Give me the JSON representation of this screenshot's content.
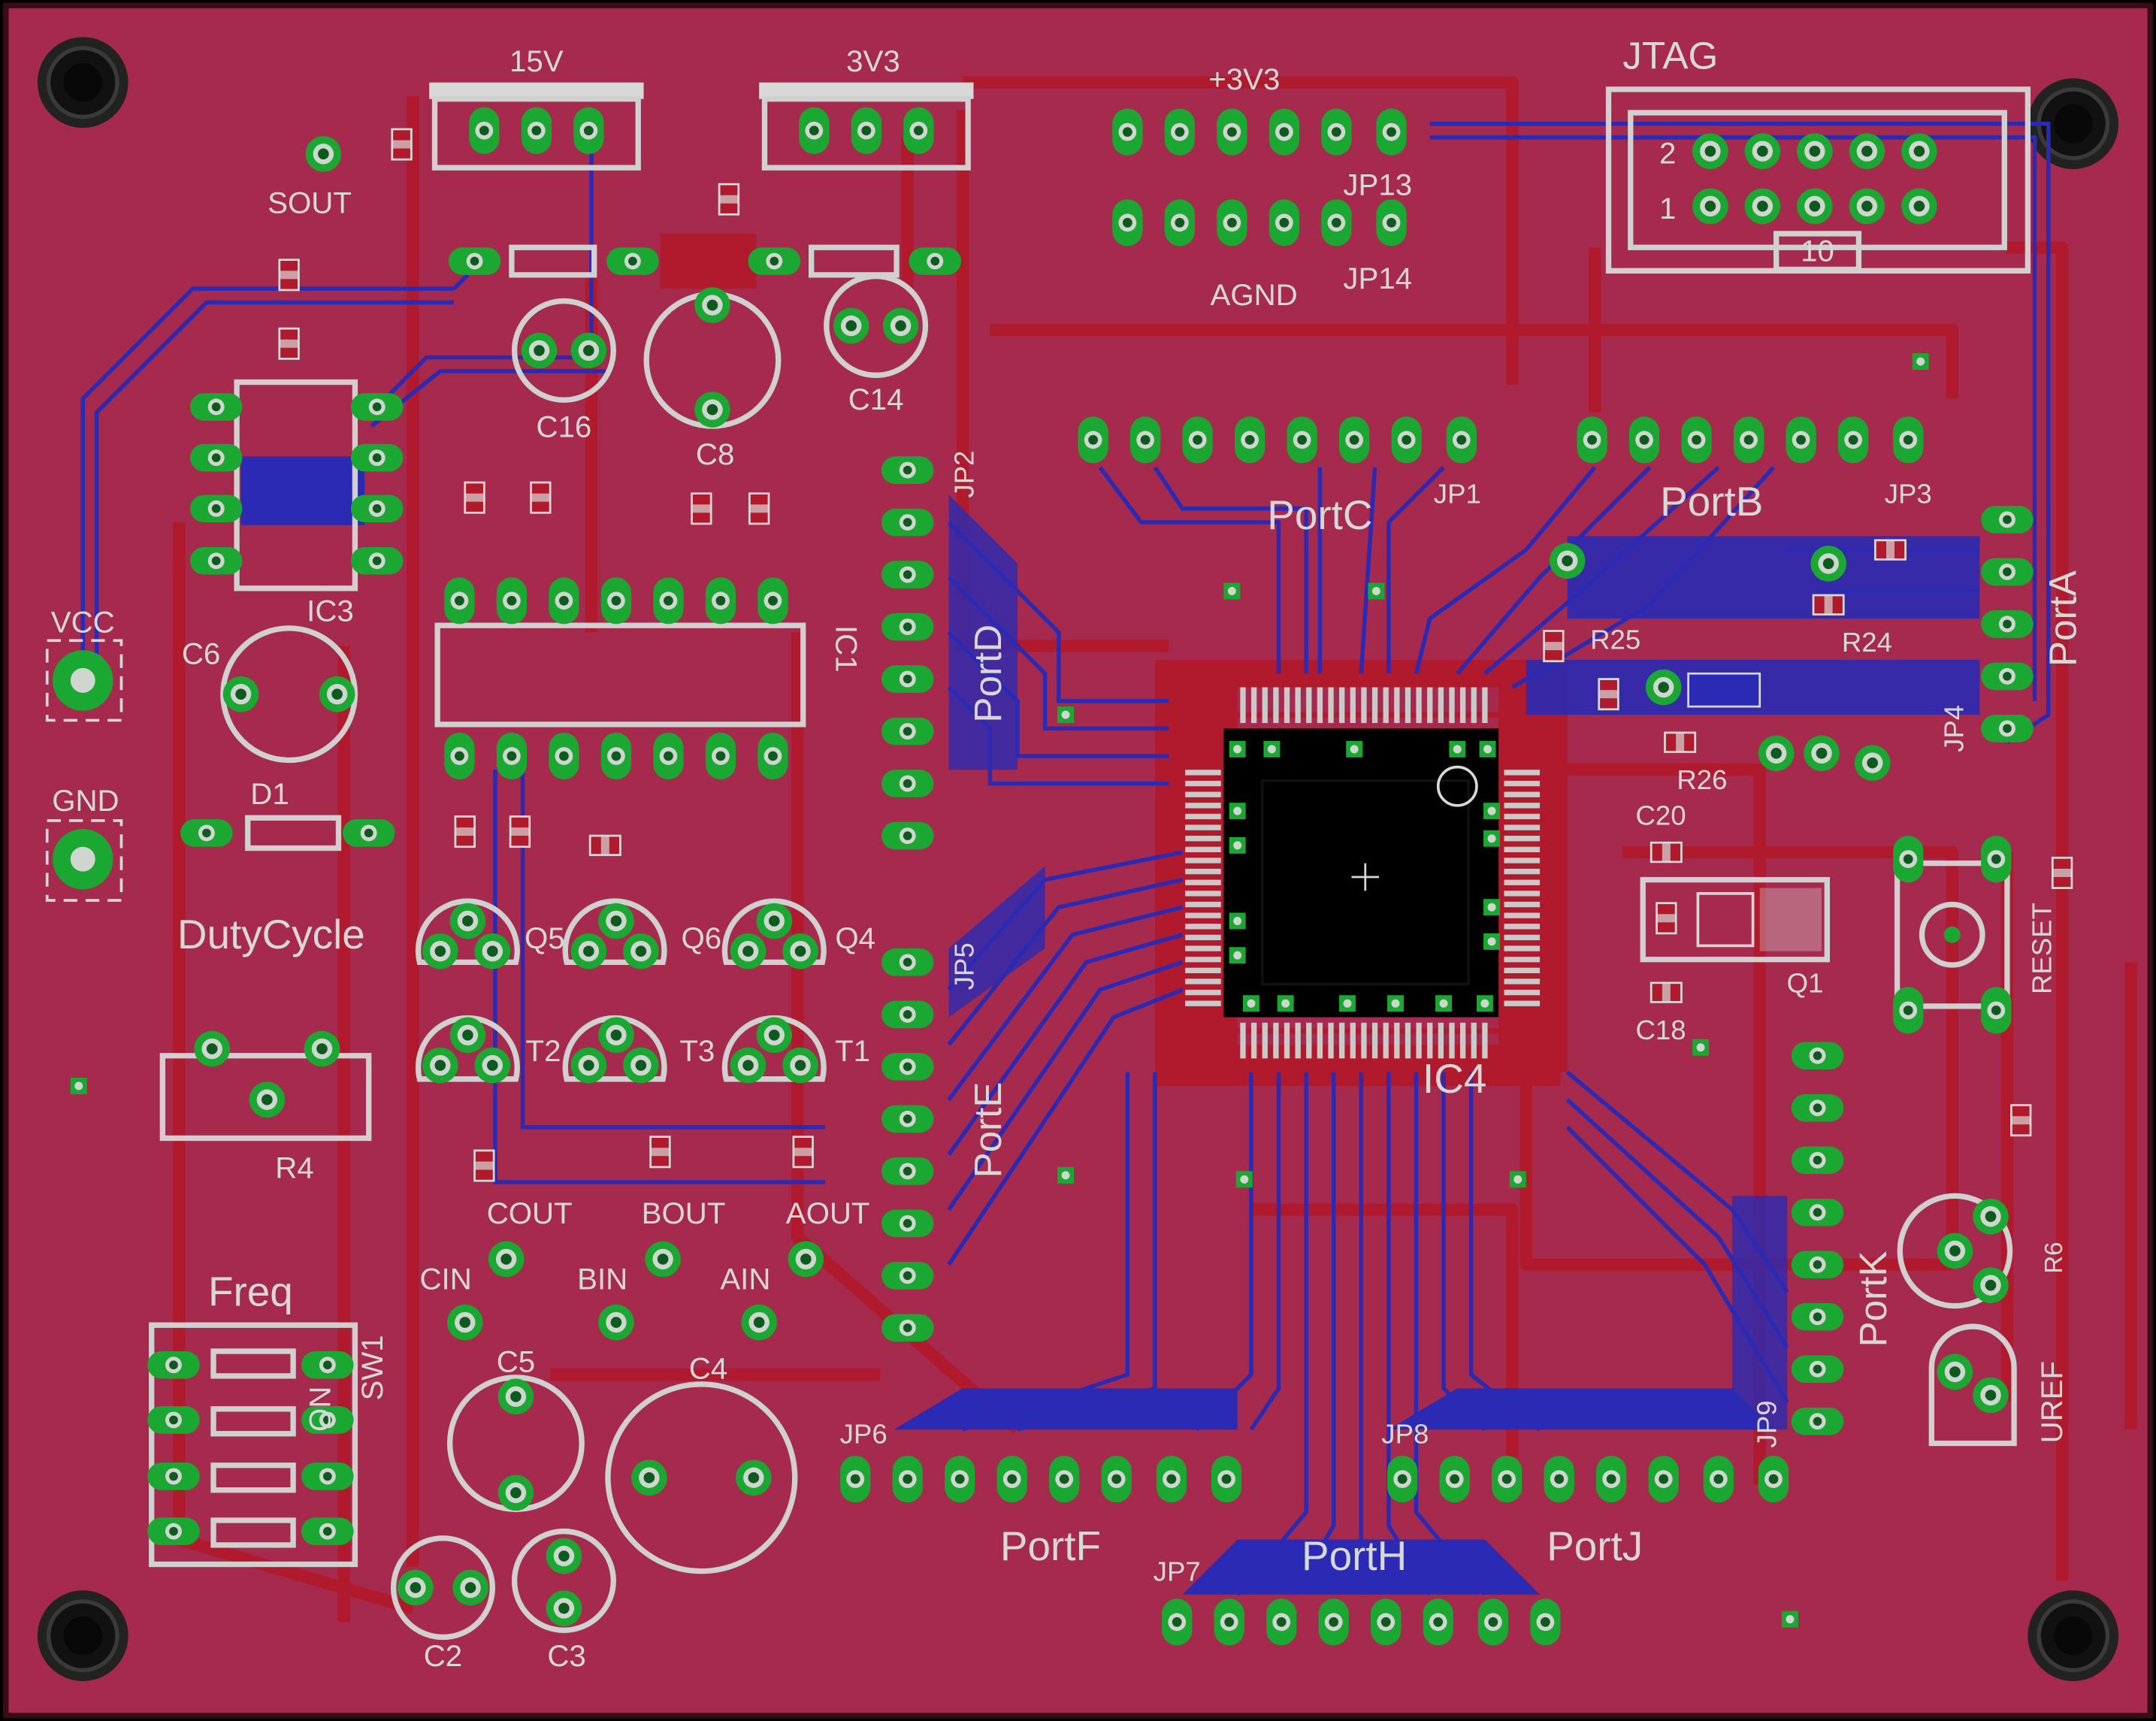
{
  "colors": {
    "board": "#a62a4e",
    "copper_top": "#b01a2c",
    "copper_bottom": "#2a2ab4",
    "pad_green": "#1aa832",
    "silk": "#d8d8d8",
    "ic_body": "#000000",
    "background": "#000000"
  },
  "labels": {
    "v15": "15V",
    "v3v3_connector": "3V3",
    "p3v3": "+3V3",
    "jtag": "JTAG",
    "jtag_pin2": "2",
    "jtag_pin1": "1",
    "jtag_pin10": "10",
    "jp13": "JP13",
    "jp14": "JP14",
    "agnd": "AGND",
    "sout": "SOUT",
    "c16": "C16",
    "c8": "C8",
    "c14": "C14",
    "jp2": "JP2",
    "jp1": "JP1",
    "portc": "PortC",
    "portb": "PortB",
    "jp3": "JP3",
    "porta": "PortA",
    "jp4": "JP4",
    "r24": "R24",
    "r25": "R25",
    "r26": "R26",
    "ic3": "IC3",
    "ic1": "IC1",
    "vcc": "VCC",
    "gnd": "GND",
    "c6": "C6",
    "d1": "D1",
    "portd": "PortD",
    "dutycycle": "DutyCycle",
    "q5": "Q5",
    "q6": "Q6",
    "q4": "Q4",
    "t2": "T2",
    "t3": "T3",
    "t1": "T1",
    "r4": "R4",
    "jp5": "JP5",
    "porte": "PortE",
    "c20": "C20",
    "q1": "Q1",
    "c18": "C18",
    "reset": "RESET",
    "ic4": "IC4",
    "cout": "COUT",
    "bout": "BOUT",
    "aout": "AOUT",
    "cin": "CIN",
    "bin": "BIN",
    "ain": "AIN",
    "freq": "Freq",
    "sw1": "SW1",
    "on": "ON",
    "c5": "C5",
    "c4": "C4",
    "portk": "PortK",
    "r6": "R6",
    "uref": "UREF",
    "jp9": "JP9",
    "jp6": "JP6",
    "jp8": "JP8",
    "portf": "PortF",
    "portj": "PortJ",
    "porth": "PortH",
    "jp7": "JP7",
    "c2": "C2",
    "c3": "C3"
  }
}
